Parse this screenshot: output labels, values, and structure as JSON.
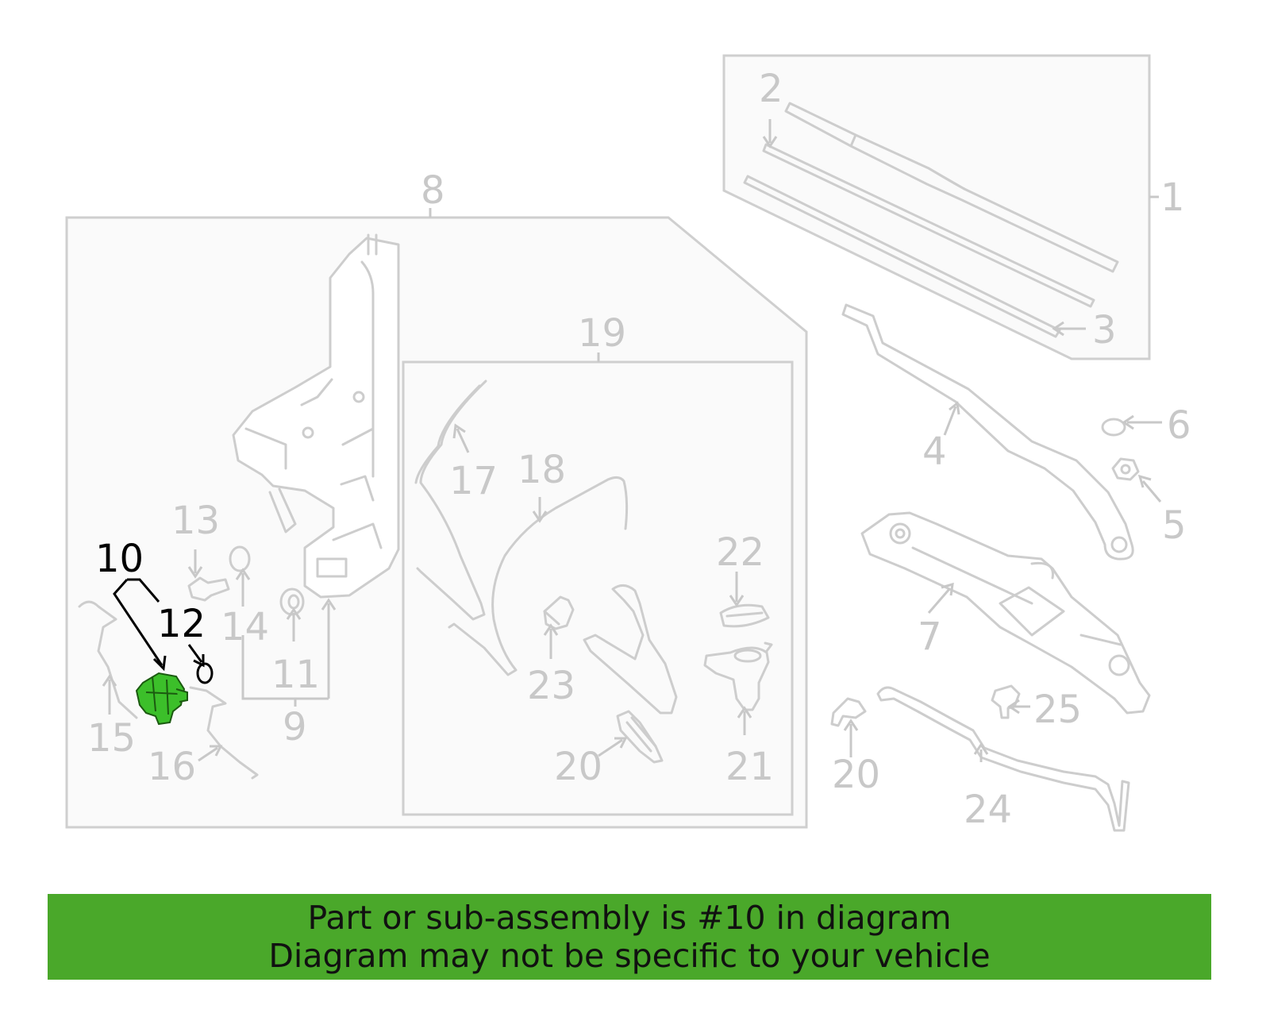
{
  "colors": {
    "highlight": "#4aa82a",
    "part_green": "#3cbf2a",
    "line_gray": "#cdcdcd",
    "label_gray": "#c8c8c8"
  },
  "highlighted_part": "10",
  "labels": {
    "n1": "1",
    "n2": "2",
    "n3": "3",
    "n4": "4",
    "n5": "5",
    "n6": "6",
    "n7": "7",
    "n8": "8",
    "n9": "9",
    "n10": "10",
    "n11": "11",
    "n12": "12",
    "n13": "13",
    "n14": "14",
    "n15": "15",
    "n16": "16",
    "n17": "17",
    "n18": "18",
    "n19": "19",
    "n20a": "20",
    "n20b": "20",
    "n21": "21",
    "n22": "22",
    "n23": "23",
    "n24": "24",
    "n25": "25"
  },
  "banner": {
    "line1": "Part or sub-assembly is #10 in diagram",
    "line2": "Diagram may not be specific to your vehicle"
  }
}
